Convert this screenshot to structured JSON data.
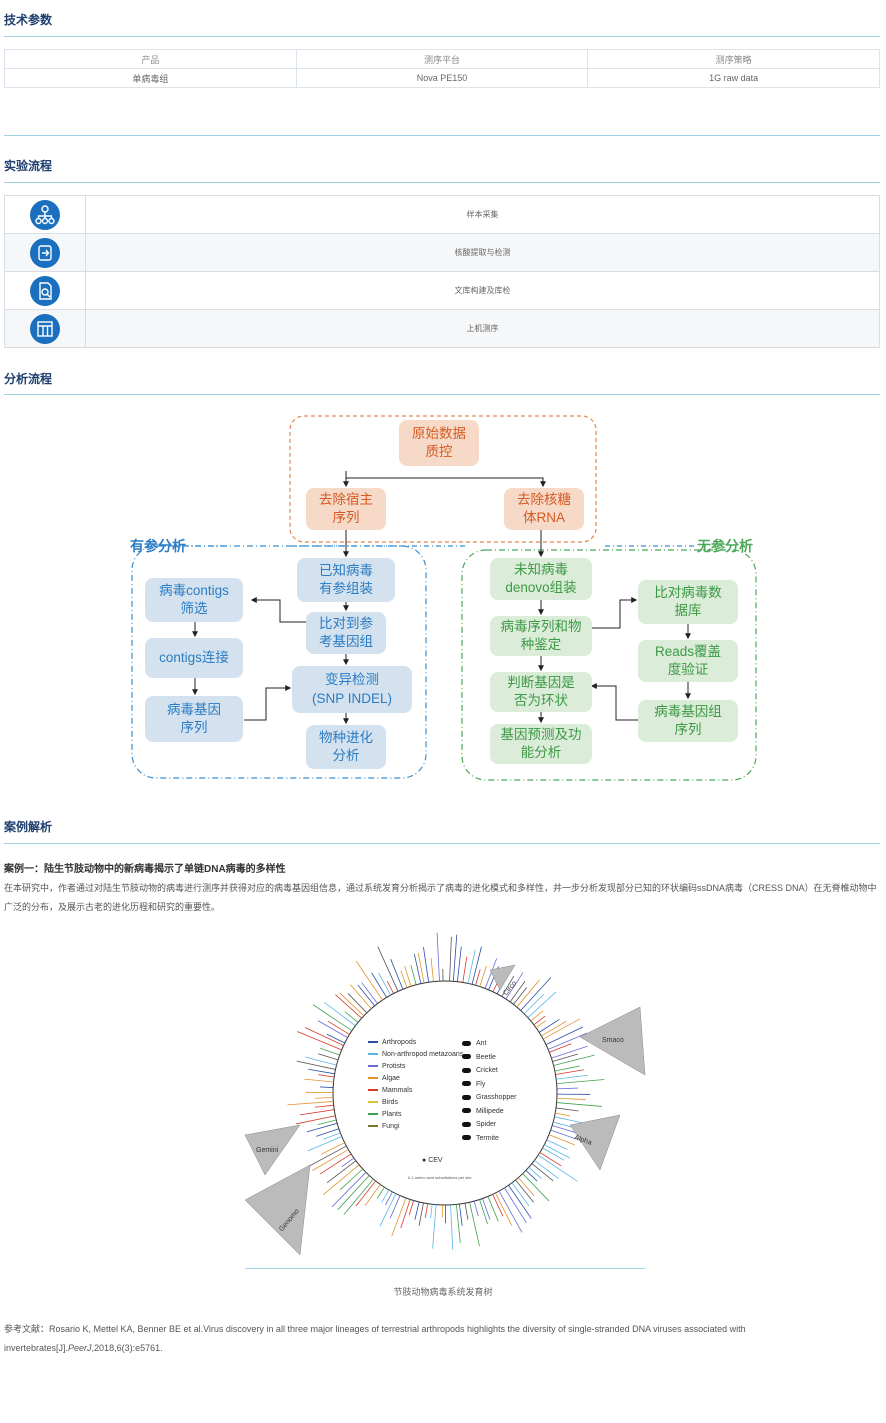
{
  "sections": {
    "tech_params": "技术参数",
    "experiment_flow": "实验流程",
    "analysis_flow": "分析流程",
    "case_analysis": "案例解析"
  },
  "spec_table": {
    "headers": [
      "产品",
      "测序平台",
      "测序策略"
    ],
    "rows": [
      [
        "单病毒组",
        "Nova PE150",
        "1G raw data"
      ]
    ]
  },
  "experiment_steps": [
    {
      "icon": "sample-icon",
      "label": "样本采集"
    },
    {
      "icon": "extraction-icon",
      "label": "核酸提取与检测"
    },
    {
      "icon": "library-icon",
      "label": "文库构建及库检"
    },
    {
      "icon": "sequencing-icon",
      "label": "上机测序"
    }
  ],
  "pipeline": {
    "ref_label": "有参分析",
    "denovo_label": "无参分析",
    "raw_qc": "原始数据\n质控",
    "remove_host": "去除宿主\n序列",
    "remove_rrna": "去除核糖\n体RNA",
    "known_virus": "已知病毒\n有参组装",
    "align_ref": "比对到参\n考基因组",
    "variant": "变异检测\n(SNP INDEL)",
    "evolution": "物种进化\n分析",
    "contig_filter": "病毒contigs\n筛选",
    "contig_join": "contigs连接",
    "viral_genome": "病毒基因\n序列",
    "unknown_virus": "未知病毒\ndenovo组装",
    "species_id": "病毒序列和物\n种鉴定",
    "circular": "判断基因是\n否为环状",
    "gene_predict": "基因预测及功\n能分析",
    "db_align": "比对病毒数\n据库",
    "coverage": "Reads覆盖\n度验证",
    "genome_seq": "病毒基因组\n序列"
  },
  "colors": {
    "accent": "#1a6fbf",
    "orange": "#d55a24",
    "blue": "#2b7cc4",
    "green": "#3c9a45"
  },
  "case": {
    "title": "案例一：陆生节肢动物中的新病毒揭示了单链DNA病毒的多样性",
    "body": "在本研究中，作者通过对陆生节肢动物的病毒进行测序并获得对应的病毒基因组信息，通过系统发育分析揭示了病毒的进化模式和多样性，并一步分析发现部分已知的环状编码ssDNA病毒（CRESS DNA）在无脊椎动物中广泛的分布，及展示古老的进化历程和研究的重要性。"
  },
  "tree": {
    "legend_lines": [
      "Arthropods",
      "Non-arthropod metazoans",
      "Protists",
      "Algae",
      "Mammals",
      "Birds",
      "Plants",
      "Fungi"
    ],
    "legend_animals": [
      "Ant",
      "Beetle",
      "Cricket",
      "Fly",
      "Grasshopper",
      "Millipede",
      "Spider",
      "Termite"
    ],
    "clades": [
      "Circo",
      "Smaco",
      "Alpha",
      "Gemini",
      "Genomo"
    ],
    "cev": "CEV",
    "scale": "0.1 amino acid substitutions per site"
  },
  "caption": "节肢动物病毒系统发育树",
  "reference": {
    "prefix": "参考文献：Rosario K, Mettel KA, Benner BE et al.Virus discovery in all three major lineages of terrestrial arthropods highlights the diversity of single-stranded DNA viruses associated with invertebrates[J].",
    "journal": "PeerJ",
    "suffix": ",2018,6(3):e5761."
  }
}
